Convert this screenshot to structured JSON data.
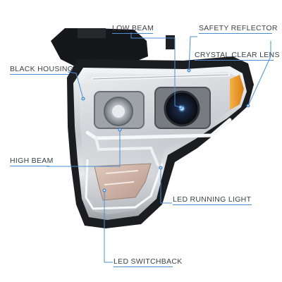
{
  "image": {
    "subject": "headlight-assembly",
    "callout_color": "#4a8fd6",
    "chrome_color": "#c9ccd0",
    "housing_color": "#1b1c1f",
    "amber_color": "#e8951f"
  },
  "callouts": {
    "low_beam": "LOW BEAM",
    "safety_reflector": "SAFETY REFLECTOR",
    "crystal_clear_lens": "CRYSTAL CLEAR LENS",
    "black_housing": "BLACK HOUSING",
    "high_beam": "HIGH BEAM",
    "led_running_light": "LED RUNNING LIGHT",
    "led_switchback": "LED SWITCHBACK"
  }
}
